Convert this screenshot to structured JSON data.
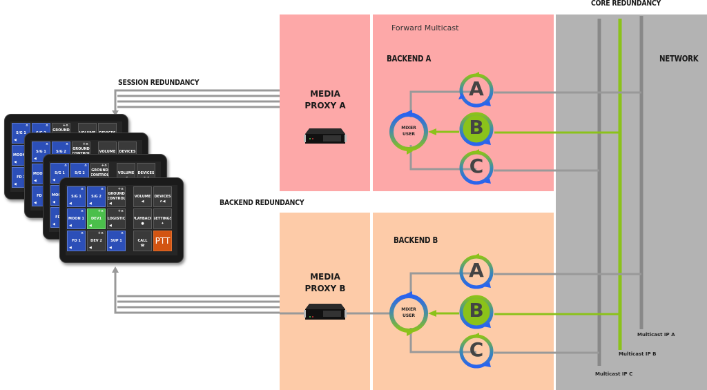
{
  "labels": {
    "core_redundancy": "CORE REDUNDANCY",
    "network": "NETWORK",
    "session_redundancy": "SESSION REDUNDANCY",
    "backend_redundancy": "BACKEND REDUNDANCY",
    "forward_multicast": "Forward Multicast",
    "backend_a": "BACKEND A",
    "backend_b": "BACKEND B",
    "media_proxy_a_line1": "MEDIA",
    "media_proxy_a_line2": "PROXY A",
    "media_proxy_b_line1": "MEDIA",
    "media_proxy_b_line2": "PROXY B",
    "multicast_ip_a": "Multicast IP A",
    "multicast_ip_b": "Multicast IP B",
    "multicast_ip_c": "Multicast IP C"
  },
  "backends": [
    {
      "name": "Backend A",
      "mixer_line1": "MIXER",
      "mixer_line2": "USER",
      "nodes": [
        "A",
        "B",
        "C"
      ]
    },
    {
      "name": "Backend B",
      "mixer_line1": "MIXER",
      "mixer_line2": "USER",
      "nodes": [
        "A",
        "B",
        "C"
      ]
    }
  ],
  "colors": {
    "zone_a": "#fda8a8",
    "zone_b": "#fdcba8",
    "network": "#b3b3b3",
    "multicast_green": "#8bc21a",
    "line_gray": "#999999",
    "cycle_blue": "#2a63ee"
  },
  "tablet": {
    "tiles": [
      {
        "label": "S/G 1",
        "style": "blue",
        "icon": "headphones-icon"
      },
      {
        "label": "S/G 2",
        "style": "blue",
        "icon": "headphones-icon"
      },
      {
        "label": "GROUND CONTROL",
        "style": "gray",
        "icon": "headset-icon"
      },
      {
        "label": "VOLUME",
        "style": "gray",
        "icon": "speaker-icon"
      },
      {
        "label": "DEVICES",
        "style": "gray",
        "icon": "devices-icon"
      },
      {
        "label": "MOON 1",
        "style": "blue",
        "icon": "headphones-icon"
      },
      {
        "label": "DEV1",
        "style": "green",
        "icon": "headset-icon"
      },
      {
        "label": "LOGISTIC",
        "style": "gray",
        "icon": "headset-icon"
      },
      {
        "label": "PLAYBACK",
        "style": "gray",
        "icon": "playback-icon"
      },
      {
        "label": "SETTINGS",
        "style": "gray",
        "icon": "settings-icon"
      },
      {
        "label": "FD 1",
        "style": "blue",
        "icon": "headphones-icon"
      },
      {
        "label": "DEV 2",
        "style": "gray",
        "icon": "headset-icon"
      },
      {
        "label": "SUP 1",
        "style": "blue",
        "icon": "headphones-icon"
      },
      {
        "label": "CALL",
        "style": "gray",
        "icon": "phone-icon"
      },
      {
        "label": "PTT",
        "style": "ptt",
        "icon": ""
      }
    ]
  }
}
